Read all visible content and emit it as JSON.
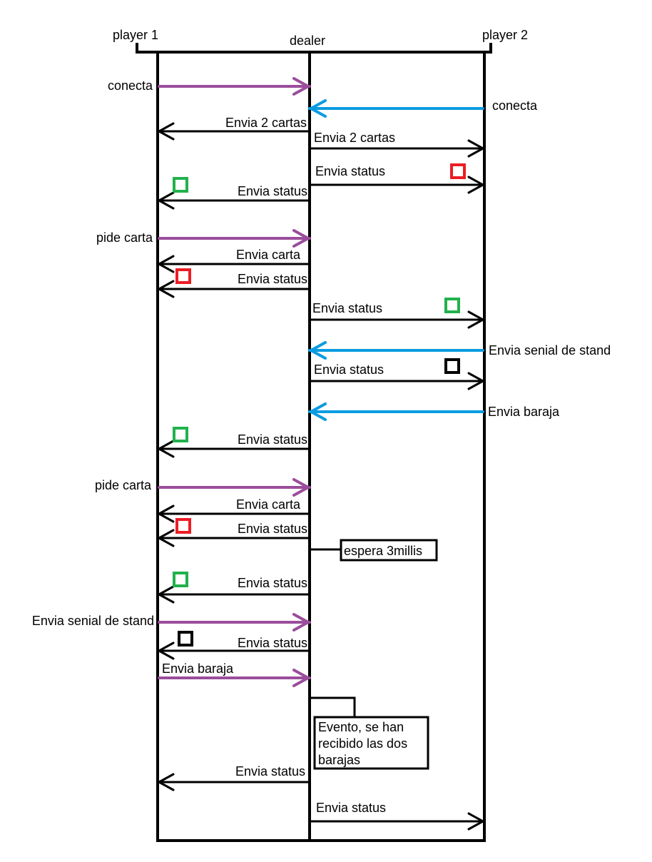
{
  "participants": {
    "player1": "player 1",
    "dealer": "dealer",
    "player2": "player 2"
  },
  "colors": {
    "line": "#000000",
    "player1_arrow": "#9b4d9b",
    "player2_arrow": "#0a9ce0",
    "status_green": "#22b14c",
    "status_red": "#ed1c24",
    "status_black": "#000000"
  },
  "messages": [
    {
      "label": "conecta",
      "from": "player1",
      "to": "dealer"
    },
    {
      "label": "conecta",
      "from": "player2",
      "to": "dealer"
    },
    {
      "label": "Envia 2 cartas",
      "from": "dealer",
      "to": "player1"
    },
    {
      "label": "Envia 2 cartas",
      "from": "dealer",
      "to": "player2"
    },
    {
      "label": "Envia status",
      "from": "dealer",
      "to": "player2",
      "status": "red"
    },
    {
      "label": "Envia status",
      "from": "dealer",
      "to": "player1",
      "status": "green"
    },
    {
      "label": "pide carta",
      "from": "player1",
      "to": "dealer"
    },
    {
      "label": "Envia carta",
      "from": "dealer",
      "to": "player1"
    },
    {
      "label": "Envia status",
      "from": "dealer",
      "to": "player1",
      "status": "red"
    },
    {
      "label": "Envia status",
      "from": "dealer",
      "to": "player2",
      "status": "green"
    },
    {
      "label": "Envia senial de stand",
      "from": "player2",
      "to": "dealer"
    },
    {
      "label": "Envia status",
      "from": "dealer",
      "to": "player2",
      "status": "black"
    },
    {
      "label": "Envia baraja",
      "from": "player2",
      "to": "dealer"
    },
    {
      "label": "Envia status",
      "from": "dealer",
      "to": "player1",
      "status": "green"
    },
    {
      "label": "pide carta",
      "from": "player1",
      "to": "dealer"
    },
    {
      "label": "Envia carta",
      "from": "dealer",
      "to": "player1"
    },
    {
      "label": "Envia status",
      "from": "dealer",
      "to": "player1",
      "status": "red"
    },
    {
      "label": "Envia status",
      "from": "dealer",
      "to": "player1",
      "status": "green"
    },
    {
      "label": "Envia senial de stand",
      "from": "player1",
      "to": "dealer"
    },
    {
      "label": "Envia status",
      "from": "dealer",
      "to": "player1",
      "status": "black"
    },
    {
      "label": "Envia baraja",
      "from": "player1",
      "to": "dealer"
    },
    {
      "label": "Envia status",
      "from": "dealer",
      "to": "player1"
    },
    {
      "label": "Envia status",
      "from": "dealer",
      "to": "player2"
    }
  ],
  "notes": {
    "wait": "espera 3millis",
    "event_lines": [
      "Evento, se han",
      "recibido las dos",
      "barajas"
    ]
  }
}
